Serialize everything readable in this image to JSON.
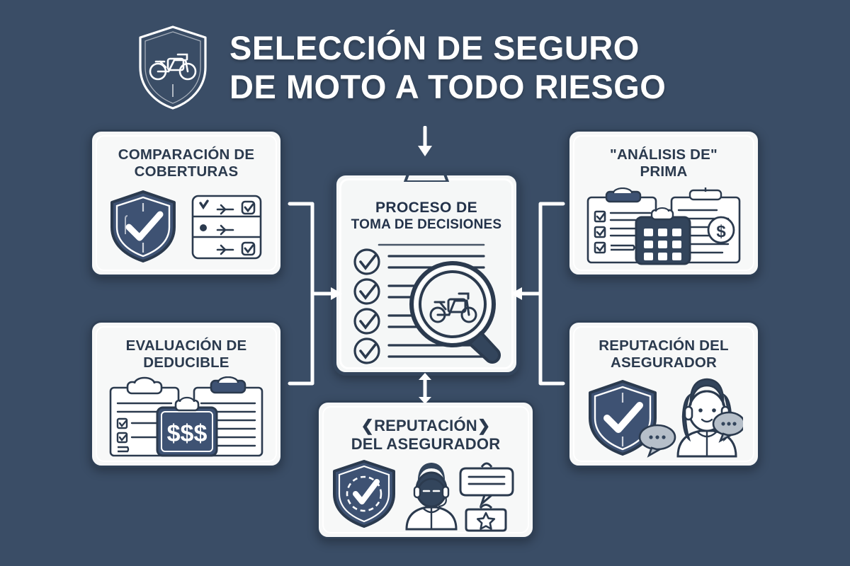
{
  "background_color": "#3a4d66",
  "card_background": "#f7f8f8",
  "card_border_color": "#2f4056",
  "card_text_color": "#2b3a4e",
  "title_color": "#ffffff",
  "header": {
    "logo_icon": "shield-motorcycle-icon",
    "title_line_1": "SELECCIÓN DE SEGURO",
    "title_line_2": "DE MOTO A TODO RIESGO"
  },
  "center": {
    "title_line_1": "PROCESO DE",
    "title_line_2": "TOMA DE DECISIONES",
    "art_icon": "clipboard-checklist-magnifier-motorcycle-icon",
    "checklist_item_count": 4
  },
  "cards": [
    {
      "id": "comparacion",
      "title_line_1": "COMPARACIÓN DE",
      "title_line_2": "COBERTURAS",
      "art_icon": "shield-check-comparison-table-icon"
    },
    {
      "id": "evaluacion",
      "title_line_1": "EVALUACIÓN DE",
      "title_line_2": "DEDUCIBLE",
      "art_icon": "clipboards-dollar-icon",
      "art_label": "$$$"
    },
    {
      "id": "analisis",
      "title_line_1": "\"ANÁLISIS DE\"",
      "title_line_2": "PRIMA",
      "art_icon": "clipboard-calculator-dollar-icon"
    },
    {
      "id": "reputacion-derecha",
      "title_line_1": "REPUTACIÓN DEL",
      "title_line_2": "ASEGURADOR",
      "art_icon": "shield-check-support-agent-icon"
    },
    {
      "id": "reputacion-abajo",
      "title_line_1": "❮REPUTACIÓN❯",
      "title_line_2": "DEL ASEGURADOR",
      "art_icon": "shield-check-agent-review-star-icon"
    }
  ],
  "connectors": [
    {
      "id": "top-arrow",
      "direction": "down",
      "style": "single-arrow"
    },
    {
      "id": "left-bracket",
      "direction": "right",
      "style": "bracket-arrow"
    },
    {
      "id": "right-bracket",
      "direction": "left",
      "style": "bracket-arrow"
    },
    {
      "id": "bottom-arrow",
      "direction": "both",
      "style": "double-arrow"
    }
  ]
}
